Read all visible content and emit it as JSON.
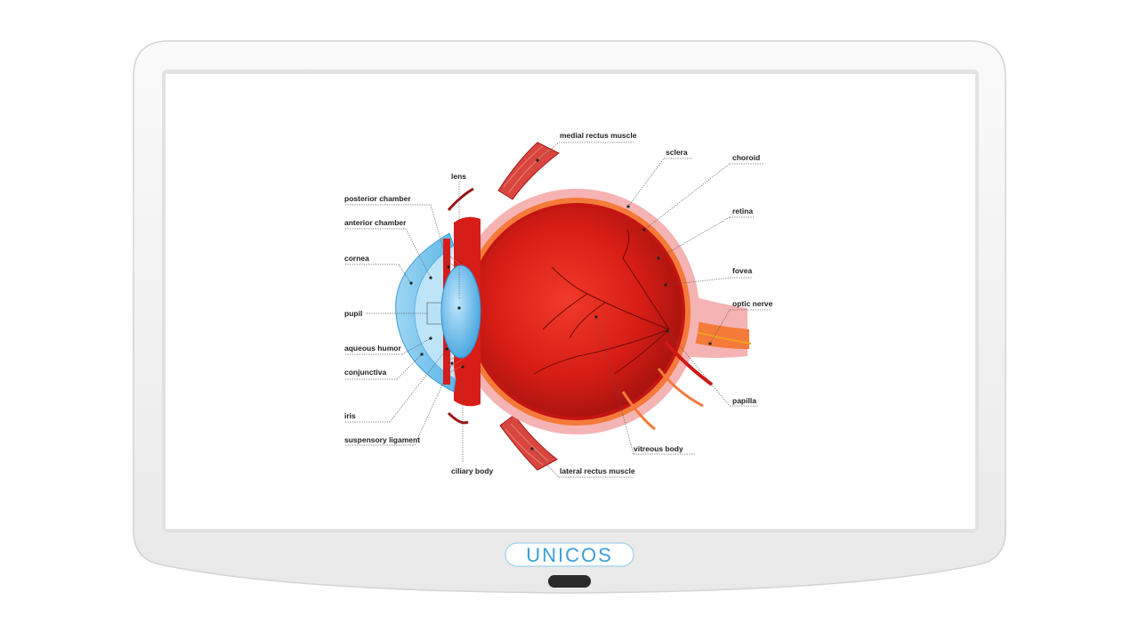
{
  "device": {
    "brand": "UNICOS",
    "frame_color": "#f1f1f1",
    "bezel_color": "#e4e4e4",
    "brand_color": "#3a9fdc",
    "button_color": "#2a2a2a"
  },
  "diagram": {
    "labels": {
      "medial_rectus_muscle": "medial rectus muscle",
      "sclera": "sclera",
      "choroid": "choroid",
      "lens": "lens",
      "posterior_chamber": "posterior chamber",
      "anterior_chamber": "anterior chamber",
      "retina": "retina",
      "cornea": "cornea",
      "fovea": "fovea",
      "pupil": "pupil",
      "optic_nerve": "optic nerve",
      "aqueous_humor": "aqueous humor",
      "conjunctiva": "conjunctiva",
      "papilla": "papilla",
      "iris": "iris",
      "vitreous_body": "vitreous body",
      "suspensory_ligament": "suspensory ligament",
      "ciliary_body": "ciliary body",
      "lateral_rectus_muscle": "lateral rectus muscle"
    },
    "colors": {
      "eyeball": "#e02020",
      "choroid": "#f47a3a",
      "sclera": "#f6b3b3",
      "cornea": "#7cc6ee",
      "lens": "#5bb4e8",
      "muscle": "#d83c3c"
    }
  }
}
